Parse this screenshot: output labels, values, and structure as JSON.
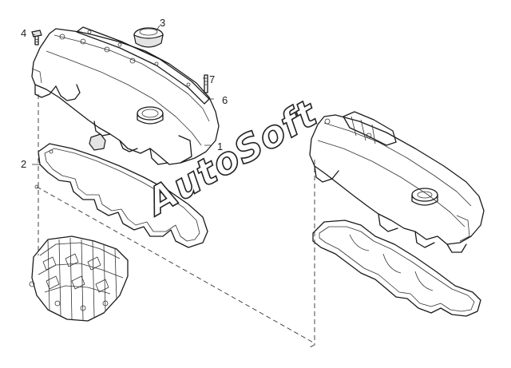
{
  "callouts": {
    "c1": "1",
    "c2": "2",
    "c3": "3",
    "c4": "4",
    "c6": "6",
    "c7": "7"
  },
  "watermark": "AutoSoft"
}
